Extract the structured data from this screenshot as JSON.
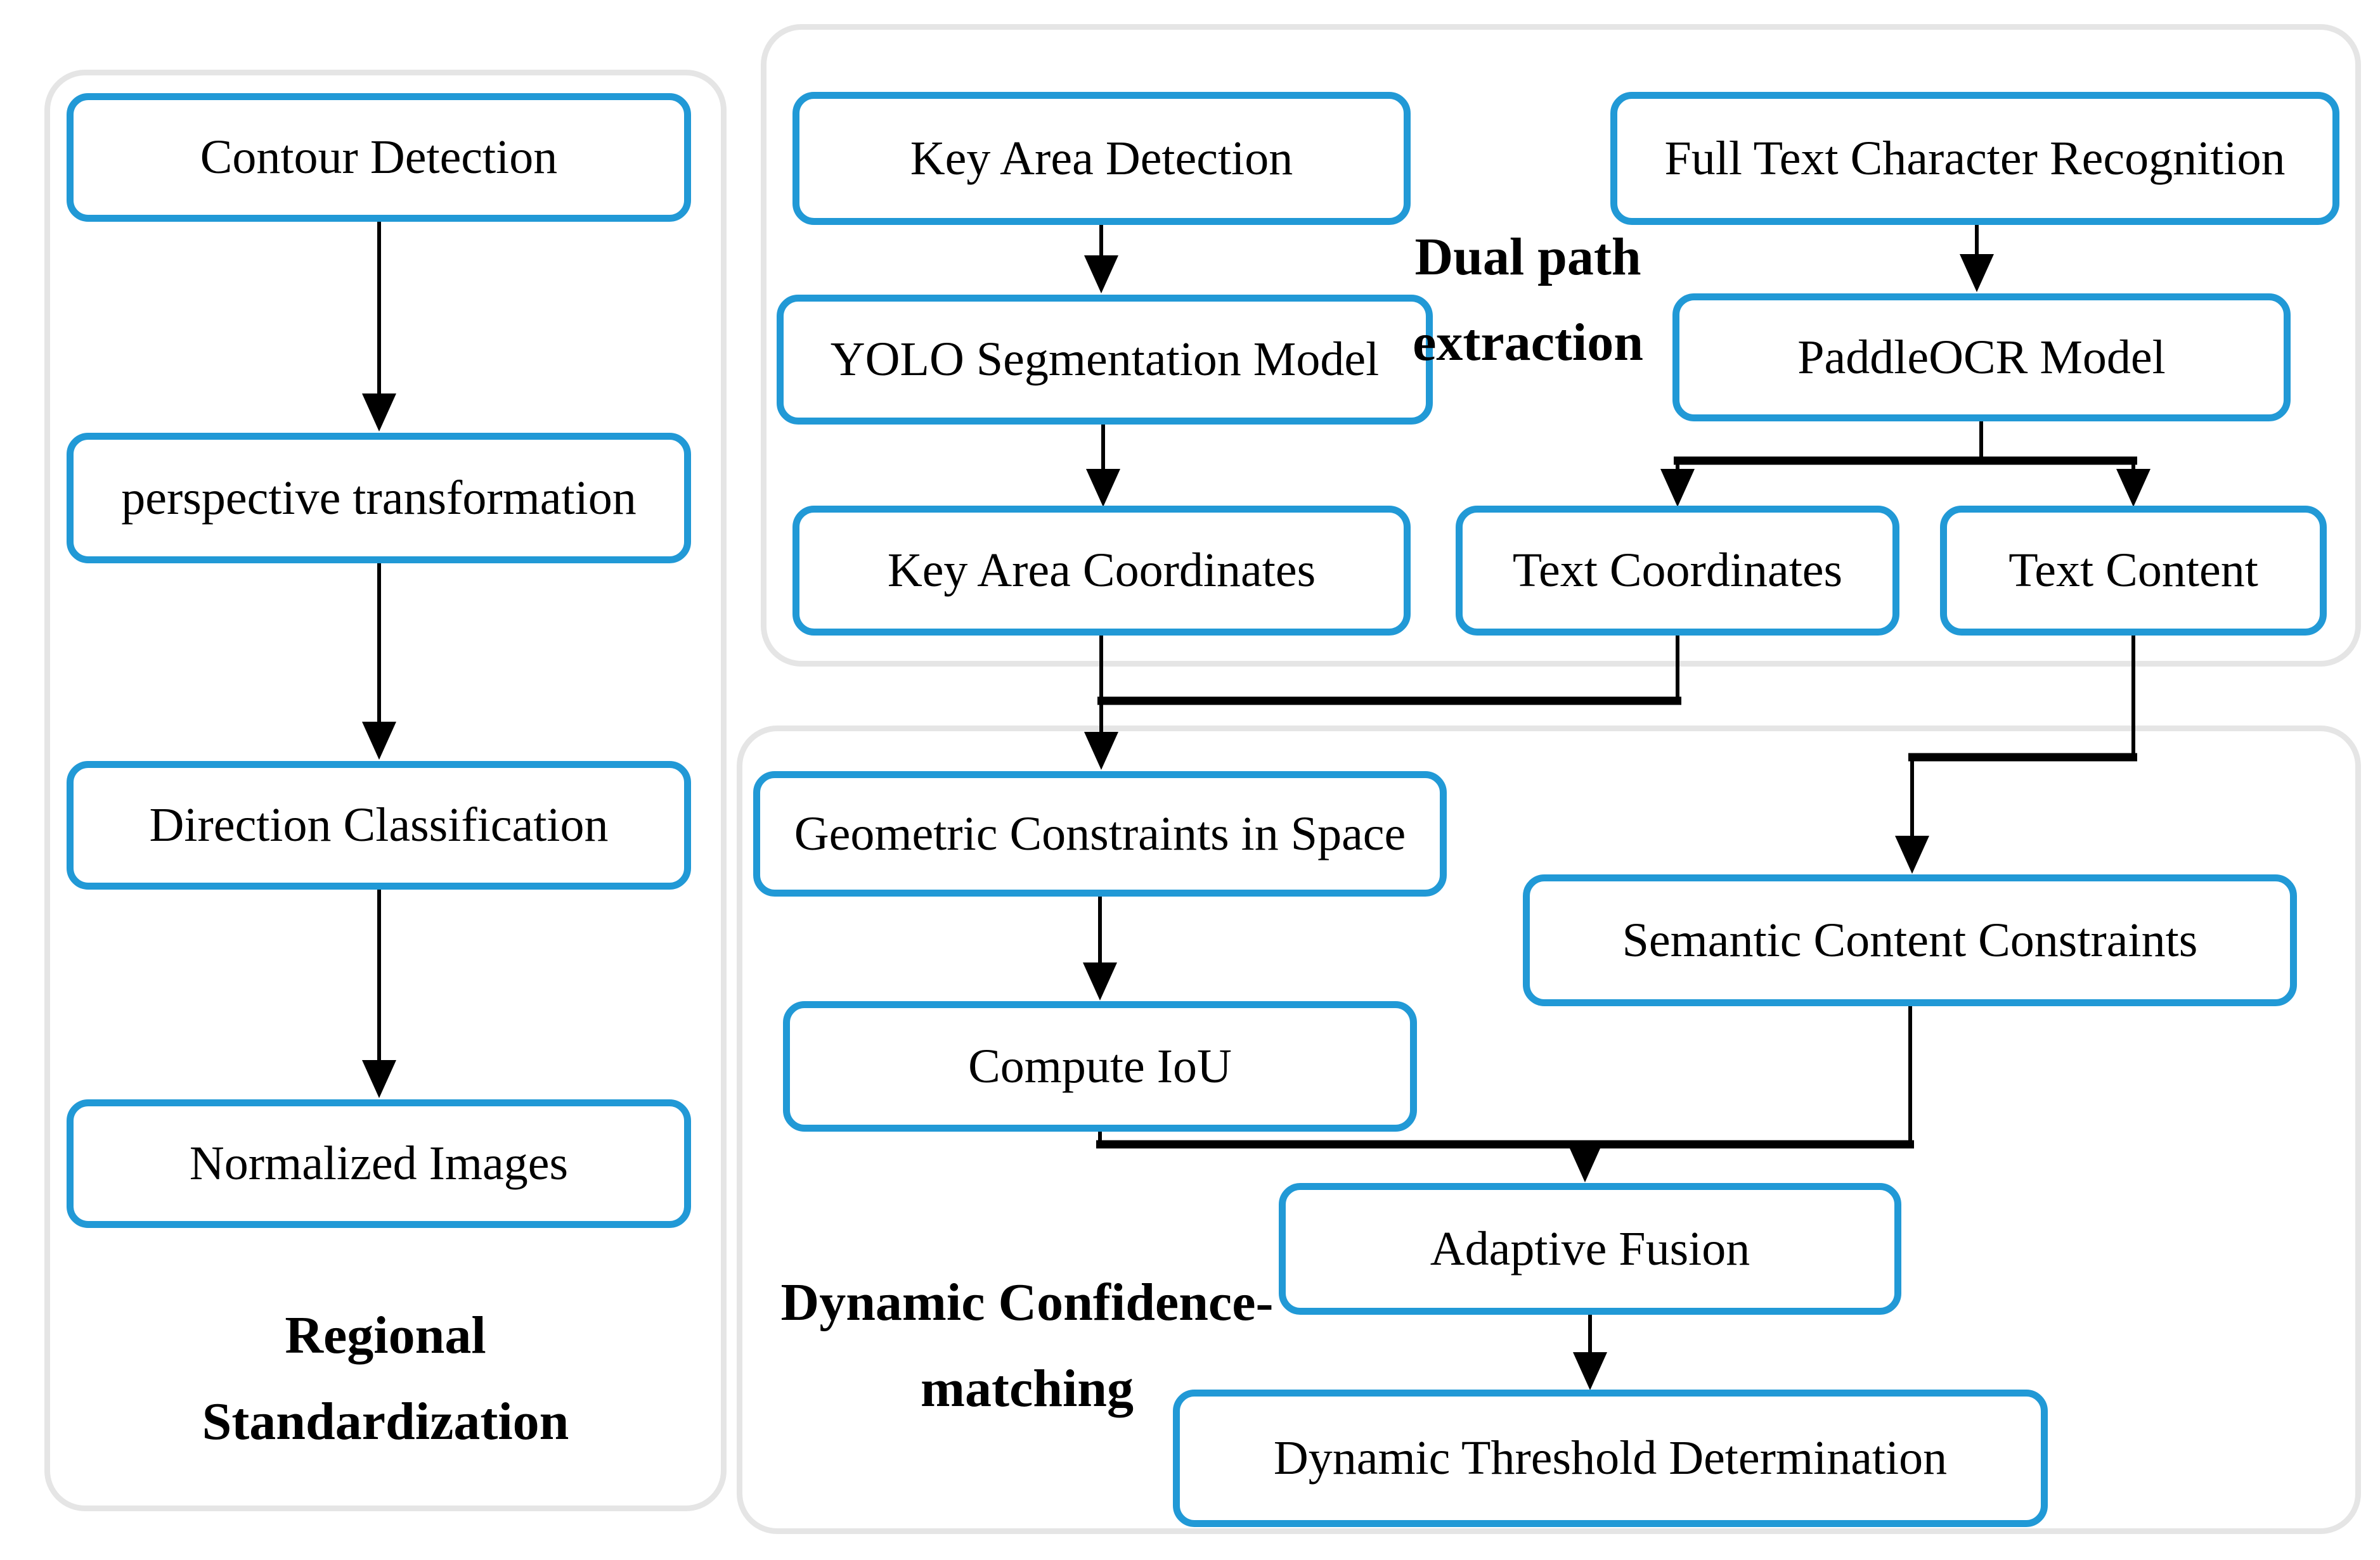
{
  "panels": {
    "regional": {
      "line1": "Regional",
      "line2": "Standardization"
    },
    "dual": {
      "line1": "Dual path",
      "line2": "extraction"
    },
    "dynamic": {
      "line1": "Dynamic Confidence-",
      "line2": "matching"
    }
  },
  "nodes": {
    "contour_detection": "Contour Detection",
    "perspective_transformation": "perspective transformation",
    "direction_classification": "Direction Classification",
    "normalized_images": "Normalized Images",
    "key_area_detection": "Key Area Detection",
    "yolo_segmentation_model": "YOLO Segmentation Model",
    "key_area_coordinates": "Key Area Coordinates",
    "full_text_character_recognition": "Full Text Character Recognition",
    "paddleocr_model": "PaddleOCR Model",
    "text_coordinates": "Text Coordinates",
    "text_content": "Text Content",
    "geometric_constraints": "Geometric Constraints in Space",
    "semantic_constraints": "Semantic Content Constraints",
    "compute_iou": "Compute IoU",
    "adaptive_fusion": "Adaptive Fusion",
    "dynamic_threshold": "Dynamic Threshold Determination"
  },
  "colors": {
    "node_border": "#2199d6",
    "panel_border": "#e5e5e5",
    "connector": "#000000",
    "text": "#000000",
    "bg": "#ffffff"
  }
}
